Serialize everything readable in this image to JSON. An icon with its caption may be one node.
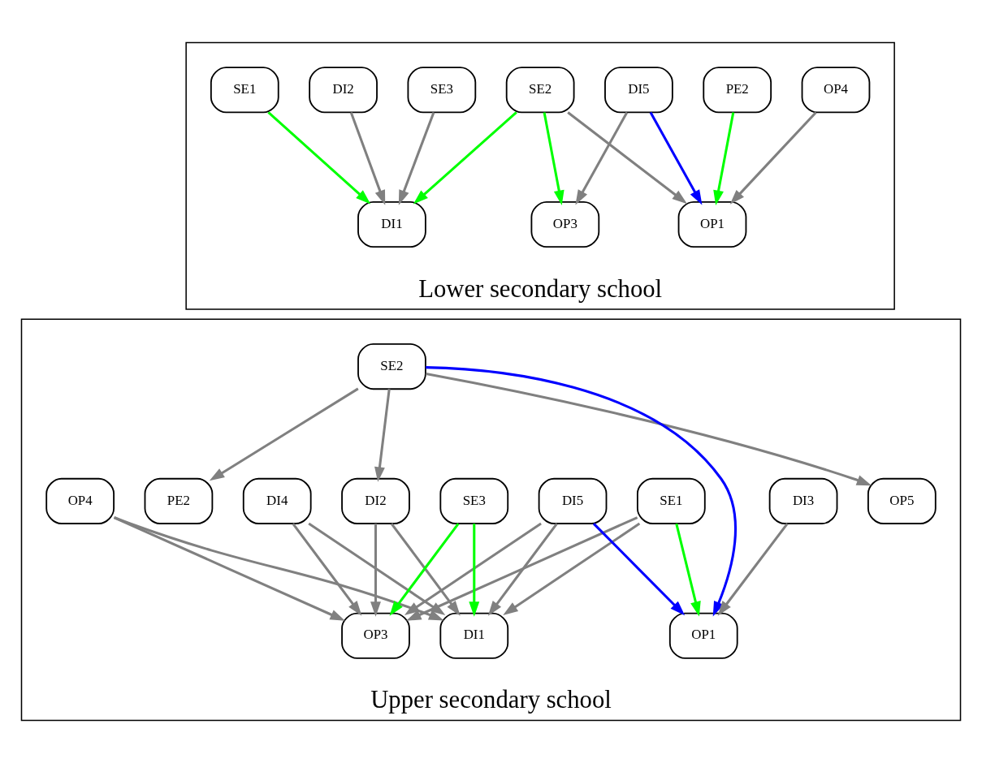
{
  "diagram": {
    "nodes": [
      {
        "text": [
          "Lower secondary school"
        ]
      },
      {
        "text": [
          "OP4"
        ],
        "in": 0
      },
      {
        "text": [
          "PE2"
        ],
        "in": 0
      },
      {
        "text": [
          "DI5"
        ],
        "in": 0
      },
      {
        "text": [
          "SE2"
        ],
        "in": 0
      },
      {
        "text": [
          "DI2"
        ],
        "in": 0
      },
      {
        "text": [
          "SE1"
        ],
        "in": 0
      },
      {
        "text": [
          "SE3"
        ],
        "in": 0
      },
      {
        "text": [
          "OP1"
        ],
        "in": 0
      },
      {
        "text": [
          "OP3"
        ],
        "in": 0
      },
      {
        "text": [
          "DI1"
        ],
        "in": 0
      },
      {
        "text": [
          "Upper secondary school"
        ]
      },
      {
        "text": [
          "SE2"
        ],
        "in": 11
      },
      {
        "text": [
          "DI3"
        ],
        "in": 11
      },
      {
        "text": [
          "OP5"
        ],
        "in": 11
      },
      {
        "text": [
          "SE1"
        ],
        "in": 11
      },
      {
        "text": [
          "PE2"
        ],
        "in": 11
      },
      {
        "text": [
          "DI5"
        ],
        "in": 11
      },
      {
        "text": [
          "DI2"
        ],
        "in": 11
      },
      {
        "text": [
          "DI4"
        ],
        "in": 11
      },
      {
        "text": [
          "OP4"
        ],
        "in": 11
      },
      {
        "text": [
          "SE3"
        ],
        "in": 11
      },
      {
        "text": [
          "OP1"
        ],
        "in": 11
      },
      {
        "text": [
          "DI1"
        ],
        "in": 11
      },
      {
        "text": [
          "OP3"
        ],
        "in": 11
      }
    ],
    "edges": [
      {
        "from": 1,
        "to": 8,
        "arrow": "to"
      },
      {
        "from": 2,
        "to": 8,
        "arrow": "to",
        "color": "#00ff00"
      },
      {
        "from": 3,
        "to": 8,
        "arrow": "to",
        "color": "#0000ff"
      },
      {
        "from": 4,
        "to": 8,
        "arrow": "to"
      },
      {
        "from": 3,
        "to": 9,
        "arrow": "to"
      },
      {
        "from": 4,
        "to": 9,
        "arrow": "to",
        "color": "#00ff00"
      },
      {
        "from": 4,
        "to": 10,
        "arrow": "to",
        "color": "#00ff00"
      },
      {
        "from": 5,
        "to": 10,
        "arrow": "to"
      },
      {
        "from": 6,
        "to": 10,
        "arrow": "to",
        "color": "#00ff00"
      },
      {
        "from": 7,
        "to": 10,
        "arrow": "to"
      },
      {
        "from": 12,
        "to": 14,
        "arrow": "to"
      },
      {
        "from": 12,
        "to": 22,
        "arrow": "to",
        "color": "#0000ff"
      },
      {
        "from": 12,
        "to": 16,
        "arrow": "to"
      },
      {
        "from": 12,
        "to": 18,
        "arrow": "to"
      },
      {
        "from": 13,
        "to": 22,
        "arrow": "to"
      },
      {
        "from": 15,
        "to": 22,
        "arrow": "to",
        "color": "#00ff00"
      },
      {
        "from": 15,
        "to": 23,
        "arrow": "to"
      },
      {
        "from": 15,
        "to": 24,
        "arrow": "to"
      },
      {
        "from": 17,
        "to": 22,
        "arrow": "to",
        "color": "#0000ff"
      },
      {
        "from": 17,
        "to": 23,
        "arrow": "to"
      },
      {
        "from": 17,
        "to": 24,
        "arrow": "to"
      },
      {
        "from": 18,
        "to": 23,
        "arrow": "to"
      },
      {
        "from": 18,
        "to": 24,
        "arrow": "to"
      },
      {
        "from": 19,
        "to": 23,
        "arrow": "to"
      },
      {
        "from": 19,
        "to": 24,
        "arrow": "to"
      },
      {
        "from": 20,
        "to": 23,
        "arrow": "to"
      },
      {
        "from": 20,
        "to": 24,
        "arrow": "to"
      },
      {
        "from": 21,
        "to": 23,
        "arrow": "to",
        "color": "#00ff00"
      },
      {
        "from": 21,
        "to": 24,
        "arrow": "to",
        "color": "#00ff00"
      }
    ]
  }
}
